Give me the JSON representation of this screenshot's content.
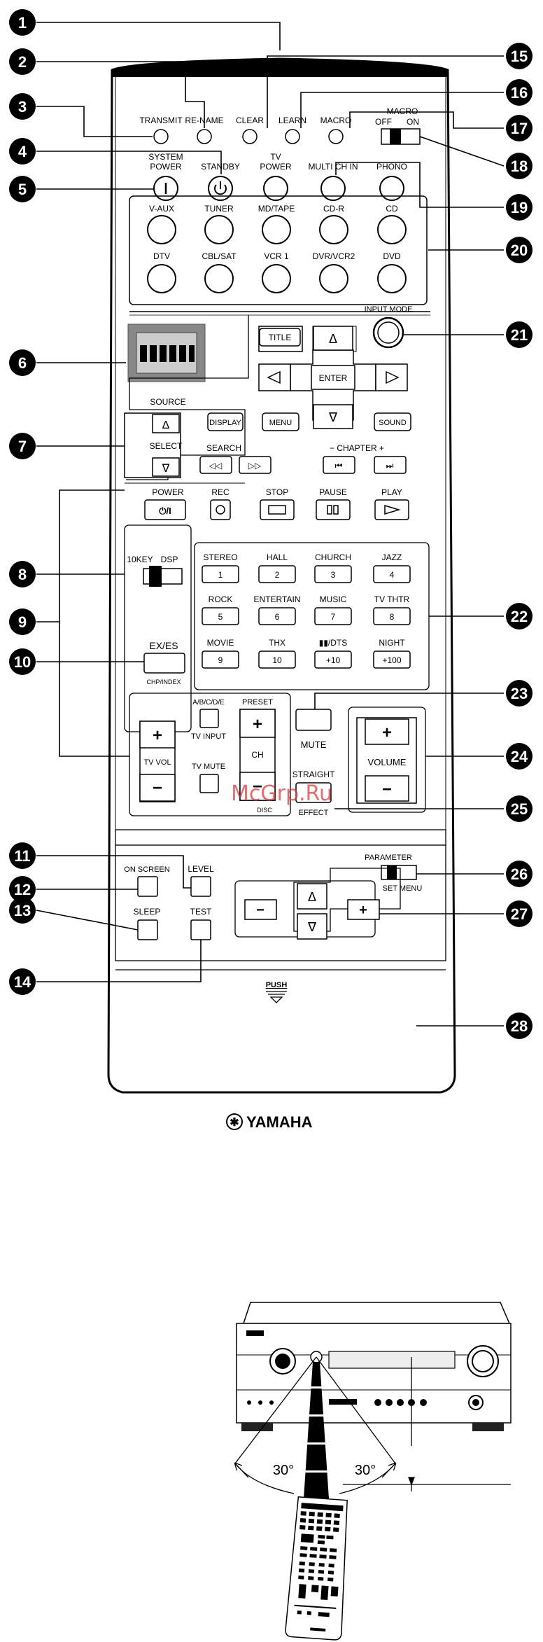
{
  "watermark": "McGrp.Ru",
  "brand": "YAMAHA",
  "callouts": [
    "1",
    "2",
    "3",
    "4",
    "5",
    "6",
    "7",
    "8",
    "9",
    "10",
    "11",
    "12",
    "13",
    "14",
    "15",
    "16",
    "17",
    "18",
    "19",
    "20",
    "21",
    "22",
    "23",
    "24",
    "25",
    "26",
    "27",
    "28"
  ],
  "top_row": {
    "transmit": "TRANSMIT",
    "rename": "RE-NAME",
    "clear": "CLEAR",
    "learn": "LEARN",
    "macro": "MACRO",
    "macro_switch": "MACRO",
    "off": "OFF",
    "on": "ON"
  },
  "power_row": {
    "system_power": "SYSTEM POWER",
    "system_power_1": "SYSTEM",
    "system_power_2": "POWER",
    "standby": "STANDBY",
    "tv_power_1": "TV",
    "tv_power_2": "POWER",
    "multi_ch_in": "MULTI CH IN",
    "phono": "PHONO"
  },
  "inputs": {
    "row1": [
      "V-AUX",
      "TUNER",
      "MD/TAPE",
      "CD-R",
      "CD"
    ],
    "row2": [
      "DTV",
      "CBL/SAT",
      "VCR 1",
      "DVR/VCR2",
      "DVD"
    ]
  },
  "input_mode": "INPUT MODE",
  "nav": {
    "title": "TITLE",
    "enter": "ENTER",
    "display": "DISPLAY",
    "menu": "MENU",
    "sound": "SOUND"
  },
  "source": {
    "label": "SOURCE",
    "select": "SELECT"
  },
  "transport": {
    "search": "SEARCH",
    "chapter": "−  CHAPTER  +",
    "power": "POWER",
    "rec": "REC",
    "stop": "STOP",
    "pause": "PAUSE",
    "play": "PLAY"
  },
  "switch_10key": {
    "key": "10KEY",
    "dsp": "DSP"
  },
  "dsp_grid": [
    {
      "mode": "STEREO",
      "num": "1"
    },
    {
      "mode": "HALL",
      "num": "2"
    },
    {
      "mode": "CHURCH",
      "num": "3"
    },
    {
      "mode": "JAZZ",
      "num": "4"
    },
    {
      "mode": "ROCK",
      "num": "5"
    },
    {
      "mode": "ENTERTAIN",
      "num": "6"
    },
    {
      "mode": "MUSIC",
      "num": "7"
    },
    {
      "mode": "TV THTR",
      "num": "8"
    },
    {
      "mode": "MOVIE",
      "num": "9"
    },
    {
      "mode": "THX",
      "num": "10"
    },
    {
      "mode": "▮▮/DTS",
      "num": "+10"
    },
    {
      "mode": "NIGHT",
      "num": "+100"
    }
  ],
  "exes": {
    "label": "EX/ES",
    "sub": "CHP/INDEX"
  },
  "tv_block": {
    "tv_vol": "TV VOL",
    "abcde": "A/B/C/D/E",
    "tv_input": "TV INPUT",
    "tv_mute": "TV MUTE",
    "preset": "PRESET",
    "ch": "CH",
    "disc": "DISC",
    "plus": "+",
    "minus": "−"
  },
  "mute": "MUTE",
  "straight": "STRAIGHT",
  "effect": "EFFECT",
  "volume": "VOLUME",
  "lower": {
    "on_screen": "ON SCREEN",
    "level": "LEVEL",
    "sleep": "SLEEP",
    "test": "TEST",
    "parameter": "PARAMETER",
    "set_menu": "SET MENU",
    "push": "PUSH"
  },
  "angles": {
    "left": "30°",
    "right": "30°"
  }
}
